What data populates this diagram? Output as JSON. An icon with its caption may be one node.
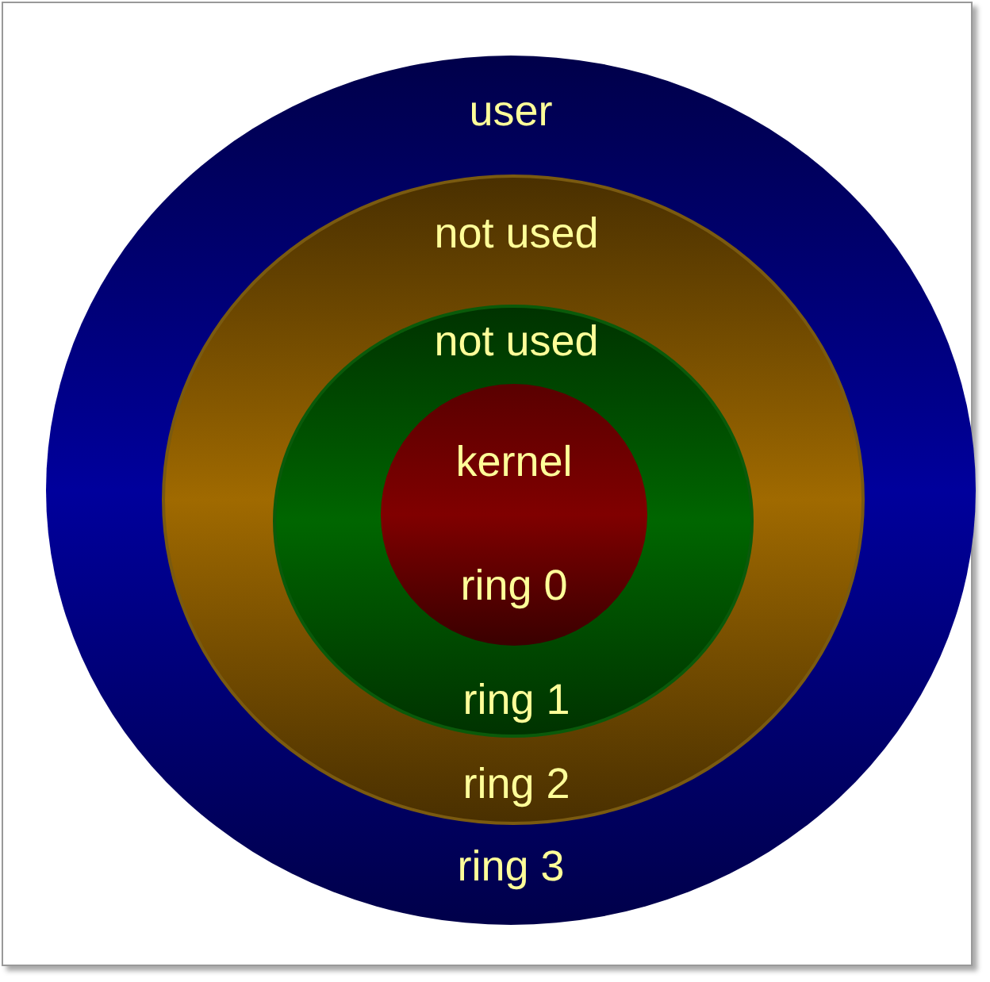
{
  "diagram": {
    "nodes": [
      {
        "text": [
          "user",
          "ring 3"
        ]
      },
      {
        "text": [
          "not used",
          "ring 2"
        ],
        "in": 0
      },
      {
        "text": [
          "not used",
          "ring 1"
        ],
        "in": 1
      },
      {
        "text": [
          "kernel",
          "ring 0"
        ],
        "in": 2
      }
    ]
  }
}
